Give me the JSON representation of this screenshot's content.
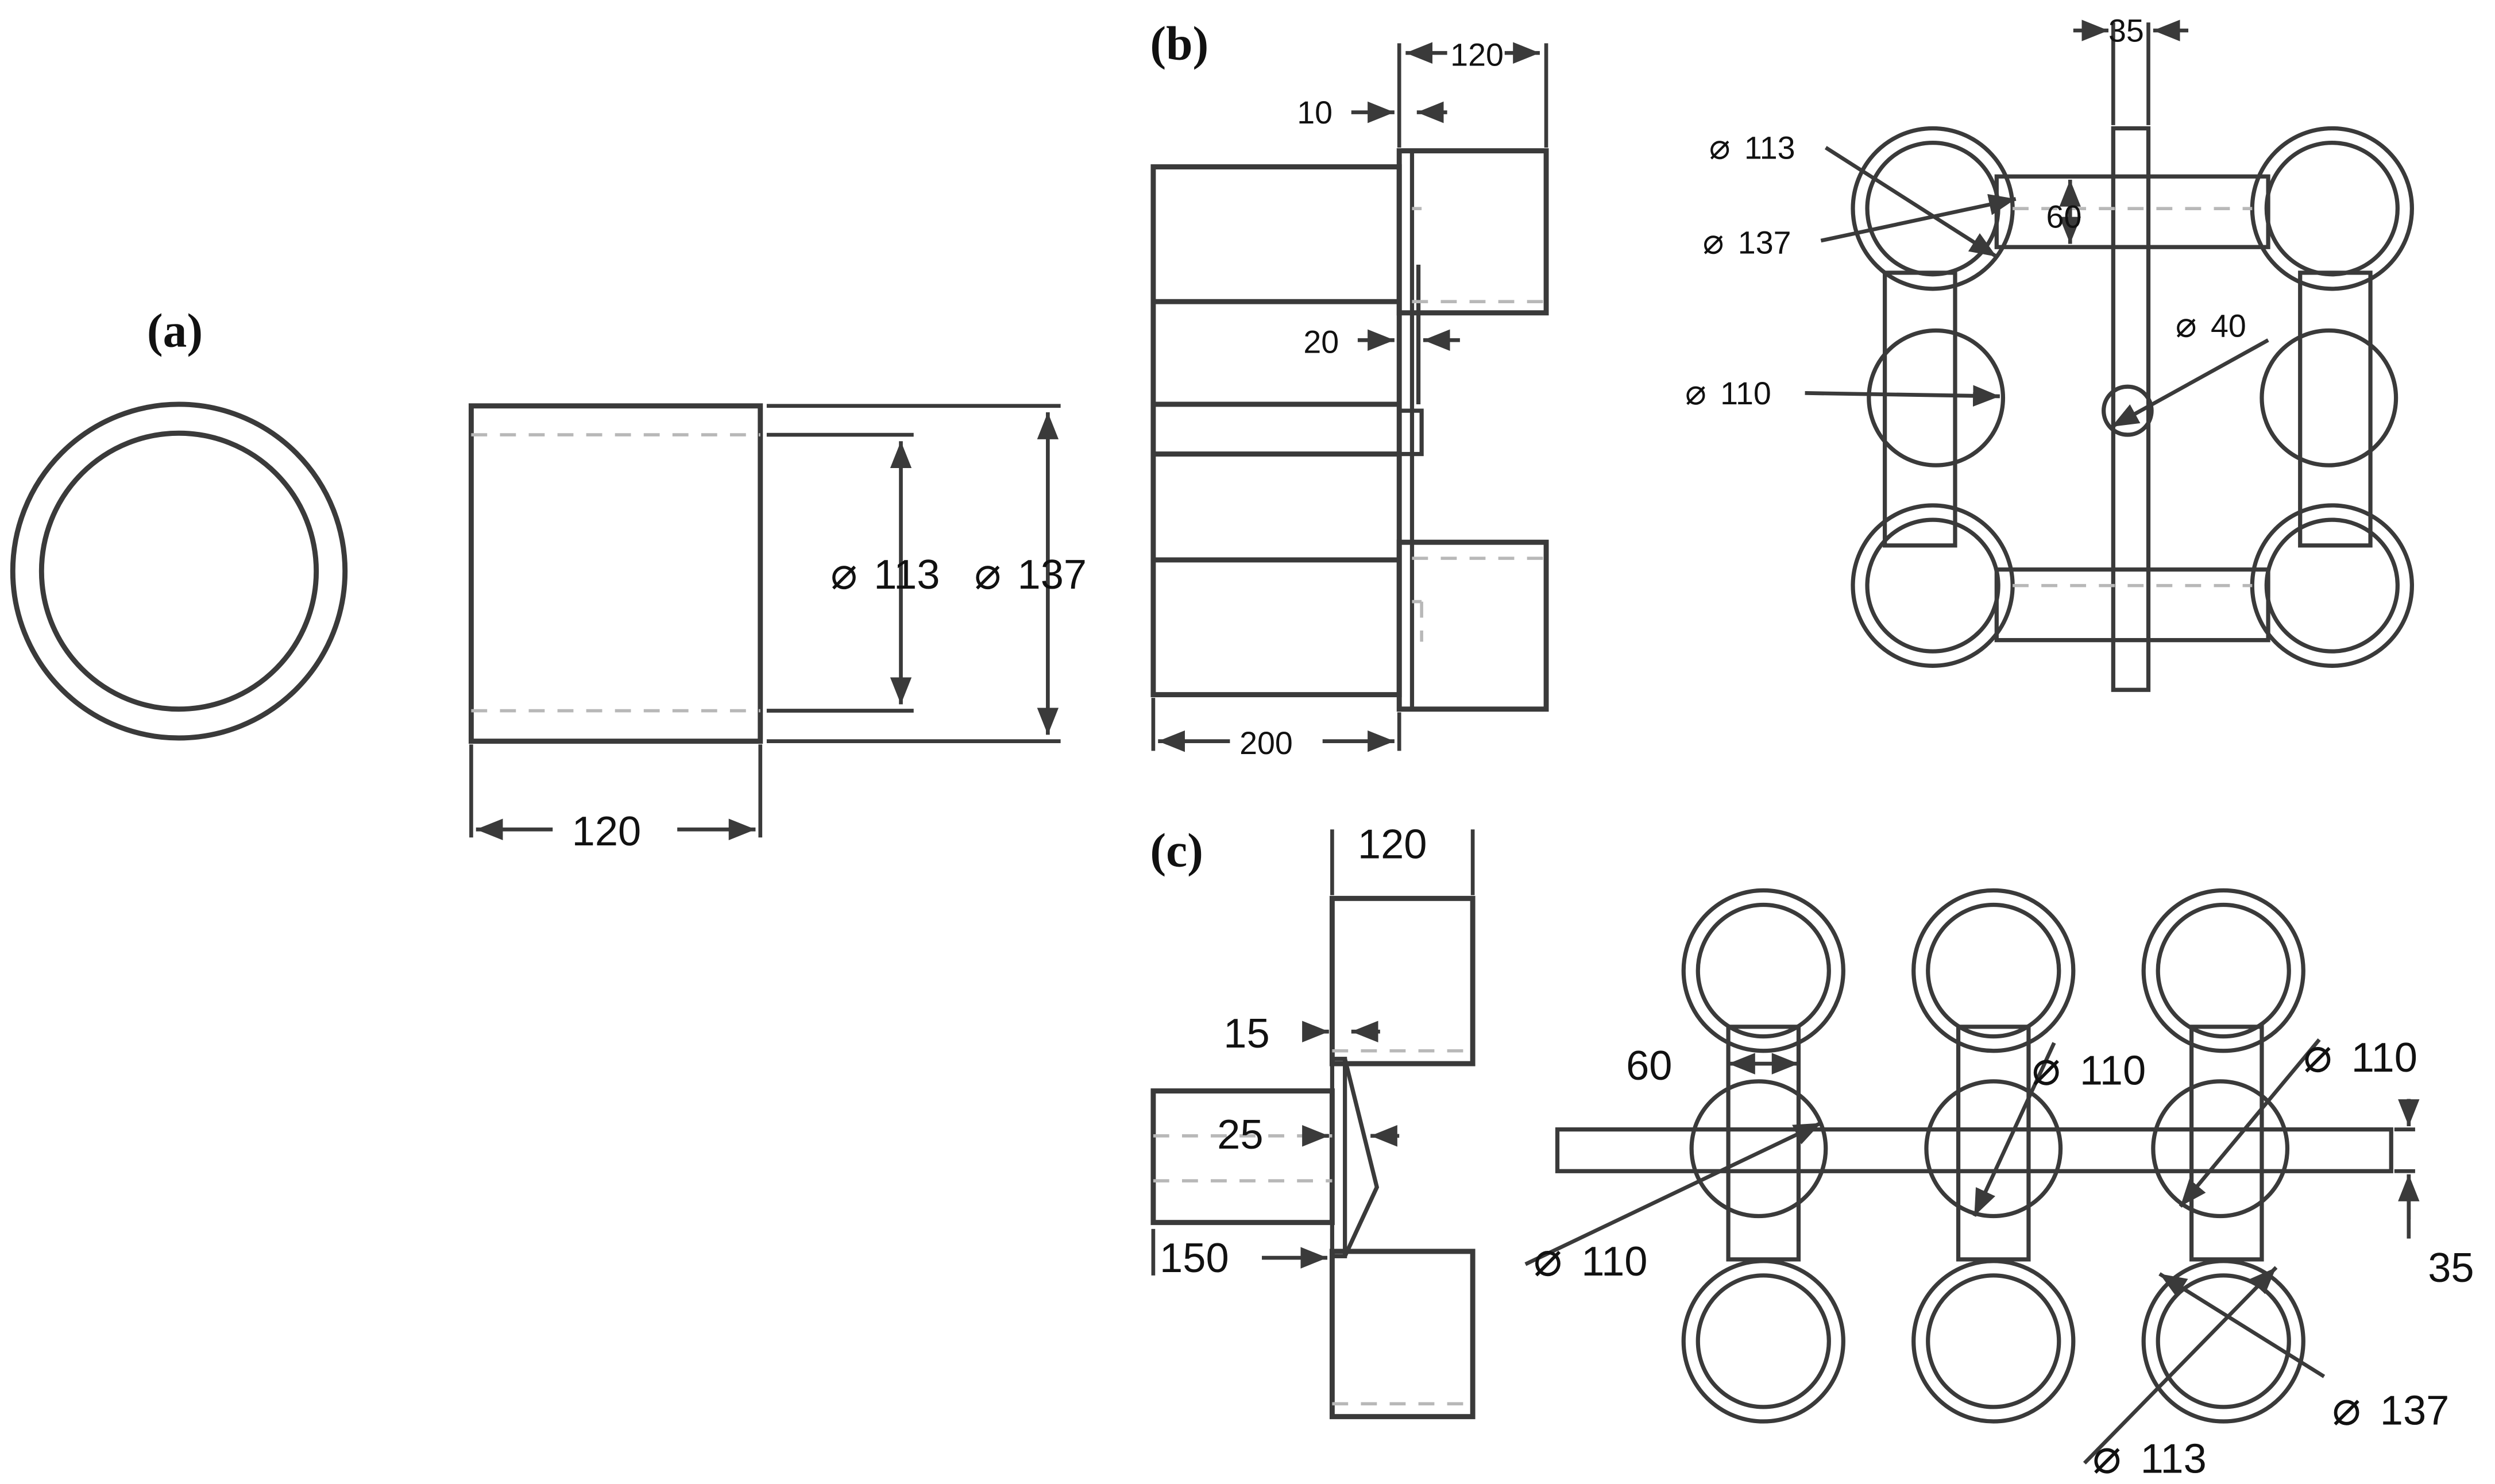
{
  "panels": {
    "a": "(a)",
    "b": "(b)",
    "c": "(c)"
  },
  "dims_a": {
    "d_inner": "113",
    "d_outer": "137",
    "length": "120"
  },
  "dims_b_side": {
    "len_right": "120",
    "gap": "10",
    "plate": "20",
    "len_left": "200"
  },
  "dims_b_plan": {
    "runner": "35",
    "ring_inner": "113",
    "ring_outer": "137",
    "neck": "60",
    "pin": "40",
    "ball": "110"
  },
  "dims_c_side": {
    "top_len": "120",
    "gap": "15",
    "plate": "25",
    "left_len": "150"
  },
  "dims_c_plan": {
    "neck": "60",
    "ball_a": "110",
    "ball_b": "110",
    "ball_c": "110",
    "runner": "35",
    "ring_outer": "137",
    "ring_inner": "113"
  },
  "diameter_symbol": "⌀"
}
